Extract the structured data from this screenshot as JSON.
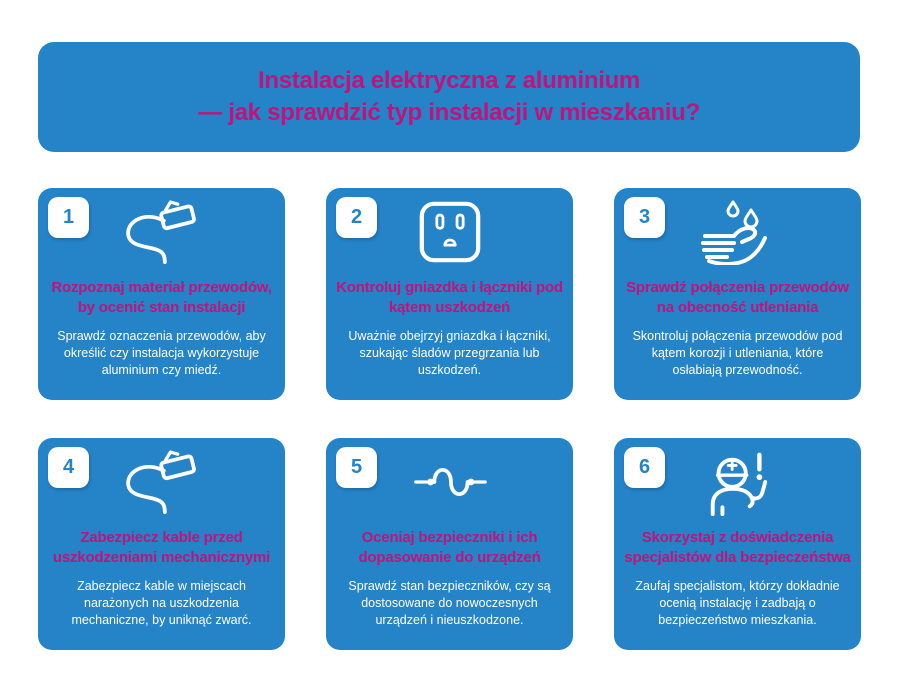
{
  "colors": {
    "card_blue": "#2583c7",
    "title_magenta": "#c1137b",
    "shadow_teal": "#14735f",
    "text_white": "#ffffff"
  },
  "header": {
    "title_line1": "Instalacja elektryczna z aluminium",
    "title_line2": "— jak sprawdzić typ instalacji w mieszkaniu?"
  },
  "cards": [
    {
      "number": "1",
      "icon": "cable-plug-icon",
      "title": "Rozpoznaj materiał przewodów, by ocenić stan instalacji",
      "body": "Sprawdź oznaczenia przewodów, aby określić czy instalacja wykorzystuje aluminium czy miedź."
    },
    {
      "number": "2",
      "icon": "outlet-icon",
      "title": "Kontroluj gniazdka i łączniki pod kątem uszkodzeń",
      "body": "Uważnie obejrzyj gniazdka i łączniki, szukając śladów przegrzania lub uszkodzeń."
    },
    {
      "number": "3",
      "icon": "hand-water-drops-icon",
      "title": "Sprawdź połączenia przewodów na obecność utleniania",
      "body": "Skontroluj połączenia przewodów pod kątem korozji i utleniania, które osłabiają przewodność."
    },
    {
      "number": "4",
      "icon": "cable-plug-icon",
      "title": "Zabezpiecz kable przed uszkodzeniami mechanicznymi",
      "body": "Zabezpiecz kable w miejscach narażonych na uszkodzenia mechaniczne, by uniknąć zwarć."
    },
    {
      "number": "5",
      "icon": "fuse-wire-wave-icon",
      "title": "Oceniaj bezpieczniki i ich dopasowanie do urządzeń",
      "body": "Sprawdź stan bezpieczników, czy są dostosowane do nowoczesnych urządzeń i nieuszkodzone."
    },
    {
      "number": "6",
      "icon": "specialist-helmet-icon",
      "title": "Skorzystaj z doświadczenia specjalistów dla bezpieczeństwa",
      "body": "Zaufaj specjalistom, którzy dokładnie ocenią instalację i zadbają o bezpieczeństwo mieszkania."
    }
  ]
}
